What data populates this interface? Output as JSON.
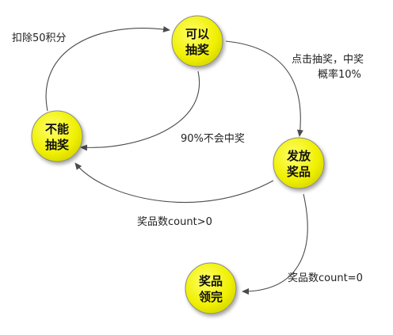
{
  "colors": {
    "state_fill": "#f2f200",
    "state_stroke": "#8a8a8a",
    "edge": "#4a4a4a",
    "text": "#111111"
  },
  "states": {
    "can_draw": [
      "可以",
      "抽奖"
    ],
    "cannot_draw": [
      "不能",
      "抽奖"
    ],
    "issue_prize": [
      "发放",
      "奖品"
    ],
    "prize_claimed": [
      "奖品",
      "领完"
    ]
  },
  "transitions": {
    "deduct_points": "扣除50积分",
    "click_draw_line1": "点击抽奖，中奖",
    "click_draw_line2": "概率10%",
    "no_win": "90%不会中奖",
    "count_gt0": "奖品数count>0",
    "count_eq0": "奖品数count=0"
  }
}
